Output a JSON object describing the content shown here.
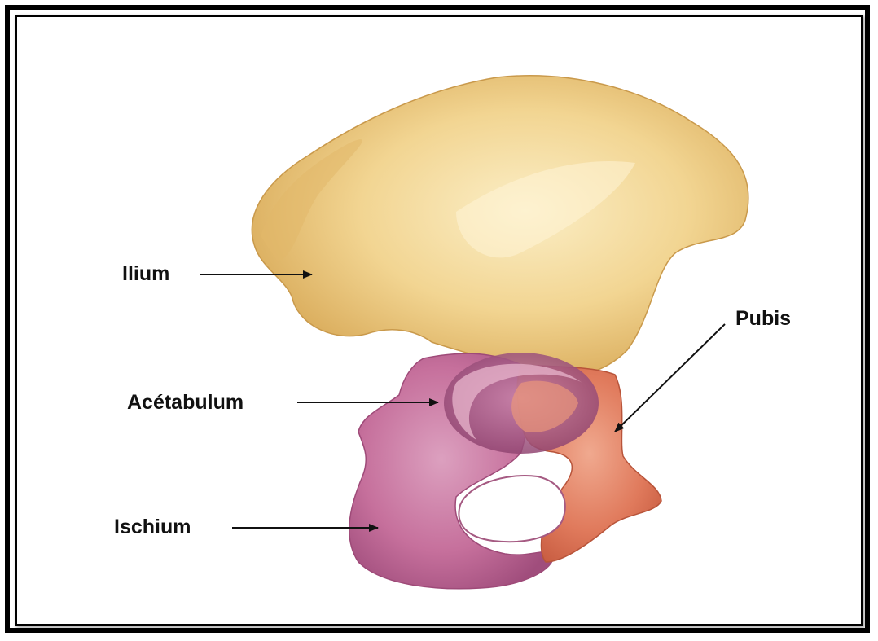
{
  "labels": {
    "ilium": "Ilium",
    "acetabulum": "Acétabulum",
    "ischium": "Ischium",
    "pubis": "Pubis"
  },
  "colors": {
    "ilium": "#f0d089",
    "ischium": "#c9719f",
    "pubis": "#e27f62",
    "frame": "#000000"
  }
}
